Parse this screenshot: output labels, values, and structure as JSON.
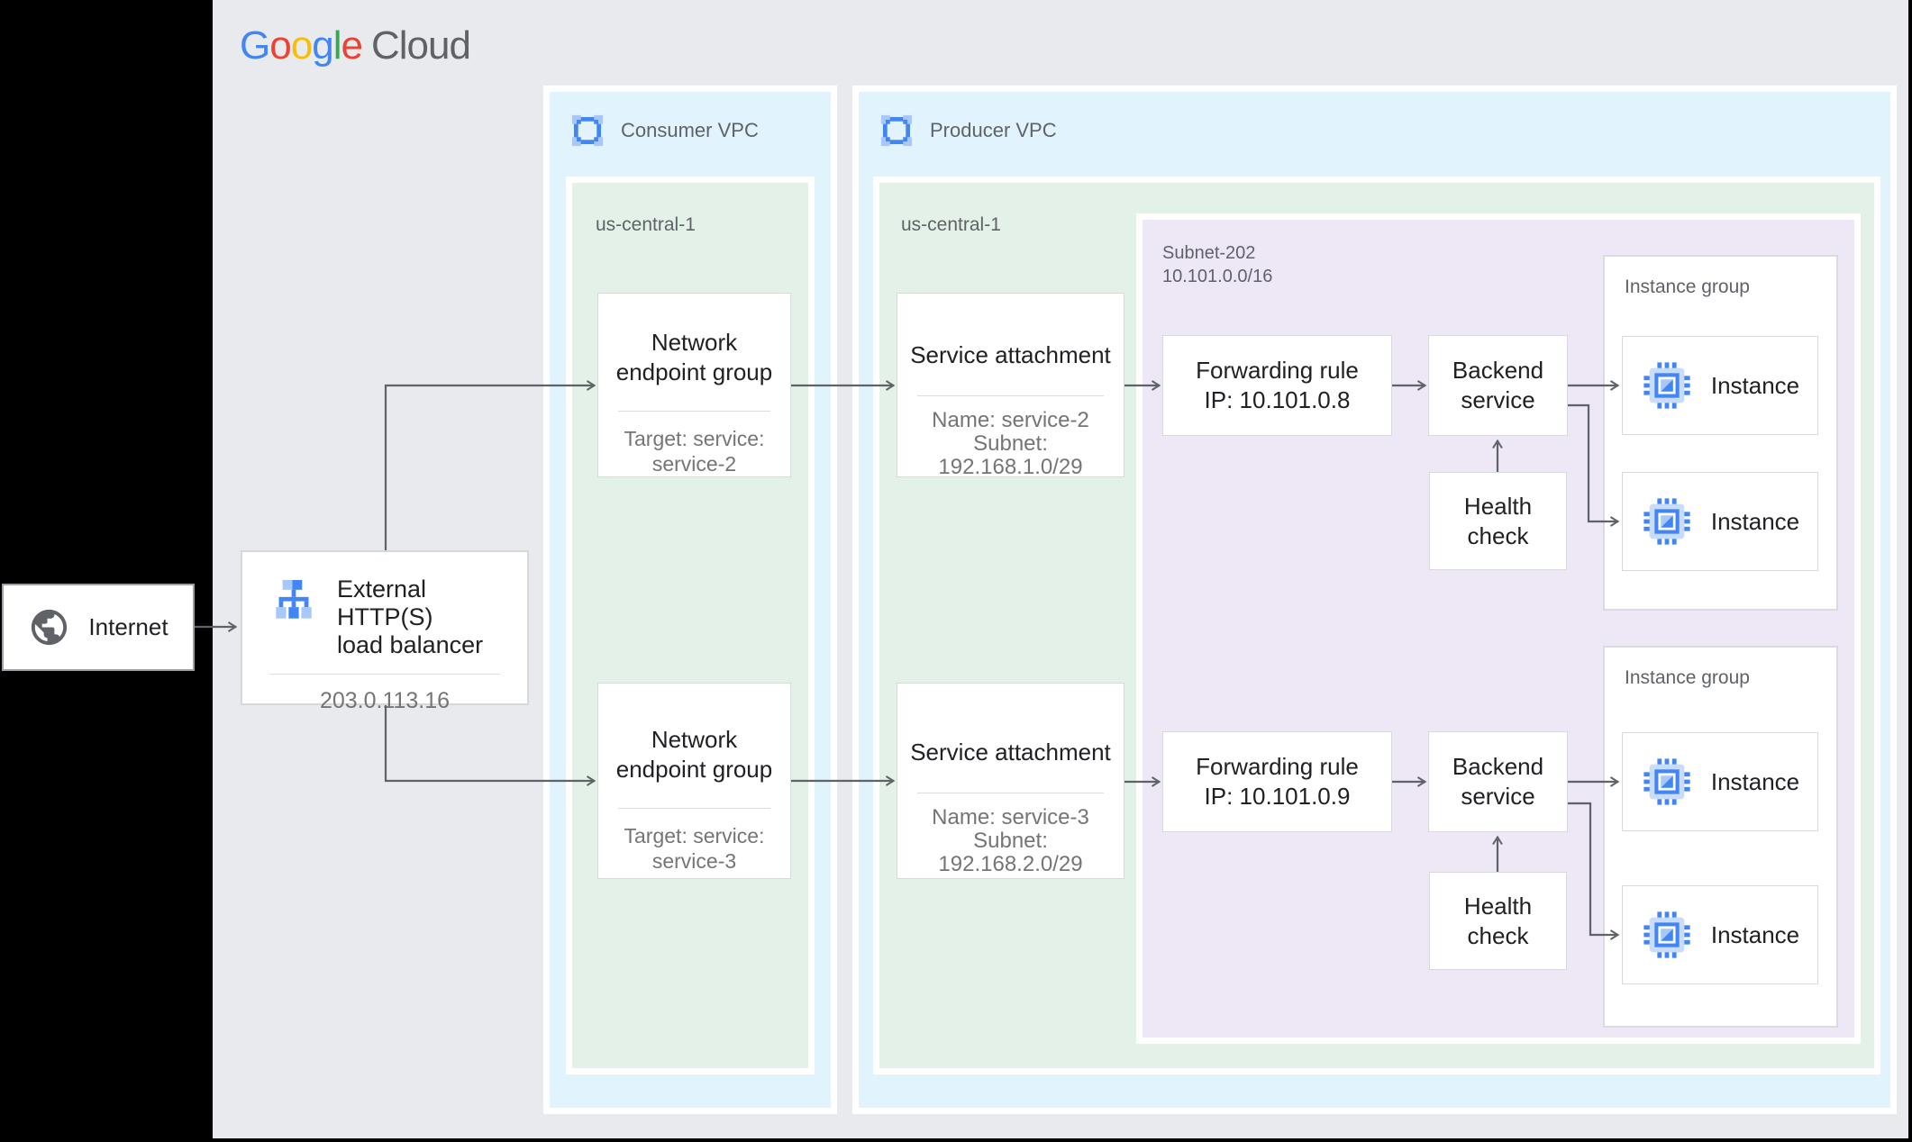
{
  "logo": {
    "letters": [
      {
        "ch": "G",
        "color": "#4285F4"
      },
      {
        "ch": "o",
        "color": "#EA4335"
      },
      {
        "ch": "o",
        "color": "#FBBC05"
      },
      {
        "ch": "g",
        "color": "#4285F4"
      },
      {
        "ch": "l",
        "color": "#34A853"
      },
      {
        "ch": "e",
        "color": "#EA4335"
      }
    ],
    "cloud": "Cloud"
  },
  "containers": {
    "consumer_vpc": {
      "label": "Consumer VPC",
      "region_label": "us-central-1"
    },
    "producer_vpc": {
      "label": "Producer VPC",
      "region_label": "us-central-1"
    },
    "subnet": {
      "name": "Subnet-202",
      "cidr": "10.101.0.0/16"
    }
  },
  "nodes": {
    "internet": {
      "label": "Internet"
    },
    "load_balancer": {
      "line1": "External HTTP(S)",
      "line2": "load balancer",
      "ip": "203.0.113.16"
    },
    "neg1": {
      "line1": "Network",
      "line2": "endpoint group",
      "sub1": "Target: service:",
      "sub2": "service-2"
    },
    "neg2": {
      "line1": "Network",
      "line2": "endpoint group",
      "sub1": "Target: service:",
      "sub2": "service-3"
    },
    "sa1": {
      "title": "Service attachment",
      "sub1": "Name: service-2",
      "sub2": "Subnet:",
      "sub3": "192.168.1.0/29"
    },
    "sa2": {
      "title": "Service attachment",
      "sub1": "Name: service-3",
      "sub2": "Subnet:",
      "sub3": "192.168.2.0/29"
    },
    "fr1": {
      "line1": "Forwarding rule",
      "line2": "IP: 10.101.0.8"
    },
    "fr2": {
      "line1": "Forwarding rule",
      "line2": "IP: 10.101.0.9"
    },
    "backend_service": {
      "line1": "Backend",
      "line2": "service"
    },
    "health_check": {
      "line1": "Health",
      "line2": "check"
    },
    "instance_group": {
      "label": "Instance group",
      "instance_label": "Instance"
    }
  },
  "colors": {
    "page_bg": "#E8EAED",
    "edge_black": "#000000",
    "vpc_blue": "#E1F3FD",
    "region_green": "#E4F1E8",
    "subnet_purple": "#EDE7F6",
    "card_border": "#D7DADD",
    "title_text": "#202124",
    "sub_text": "#757575",
    "label_gray": "#5F6368",
    "arrow": "#5F6368",
    "google_blue": "#4285F4",
    "google_light_blue": "#A8C7FA",
    "chip_body": "#C9DCFC"
  }
}
